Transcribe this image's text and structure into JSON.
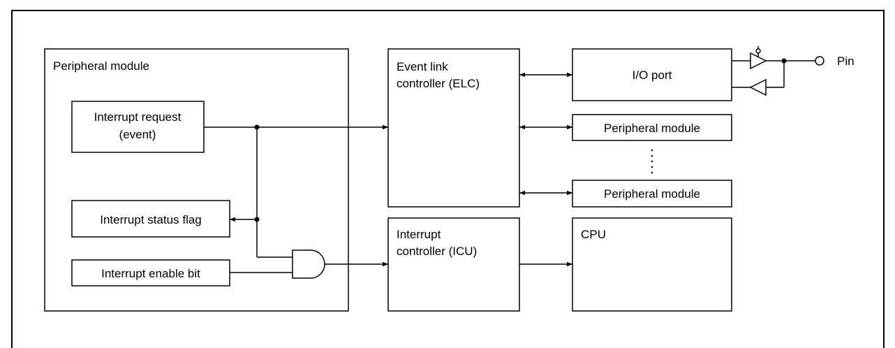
{
  "peripheral_module": {
    "title": "Peripheral module"
  },
  "interrupt_request": {
    "line1": "Interrupt request",
    "line2": "(event)"
  },
  "interrupt_status_flag": {
    "label": "Interrupt status flag"
  },
  "interrupt_enable_bit": {
    "label": "Interrupt enable bit"
  },
  "elc": {
    "line1": "Event link",
    "line2": "controller (ELC)"
  },
  "icu": {
    "line1": "Interrupt",
    "line2": "controller (ICU)"
  },
  "io_port": {
    "label": "I/O port"
  },
  "peripheral_module_1": {
    "label": "Peripheral module"
  },
  "peripheral_module_2": {
    "label": "Peripheral module"
  },
  "cpu": {
    "label": "CPU"
  },
  "pin": {
    "label": "Pin"
  },
  "colors": {
    "line": "#000000",
    "fill": "#ffffff"
  }
}
